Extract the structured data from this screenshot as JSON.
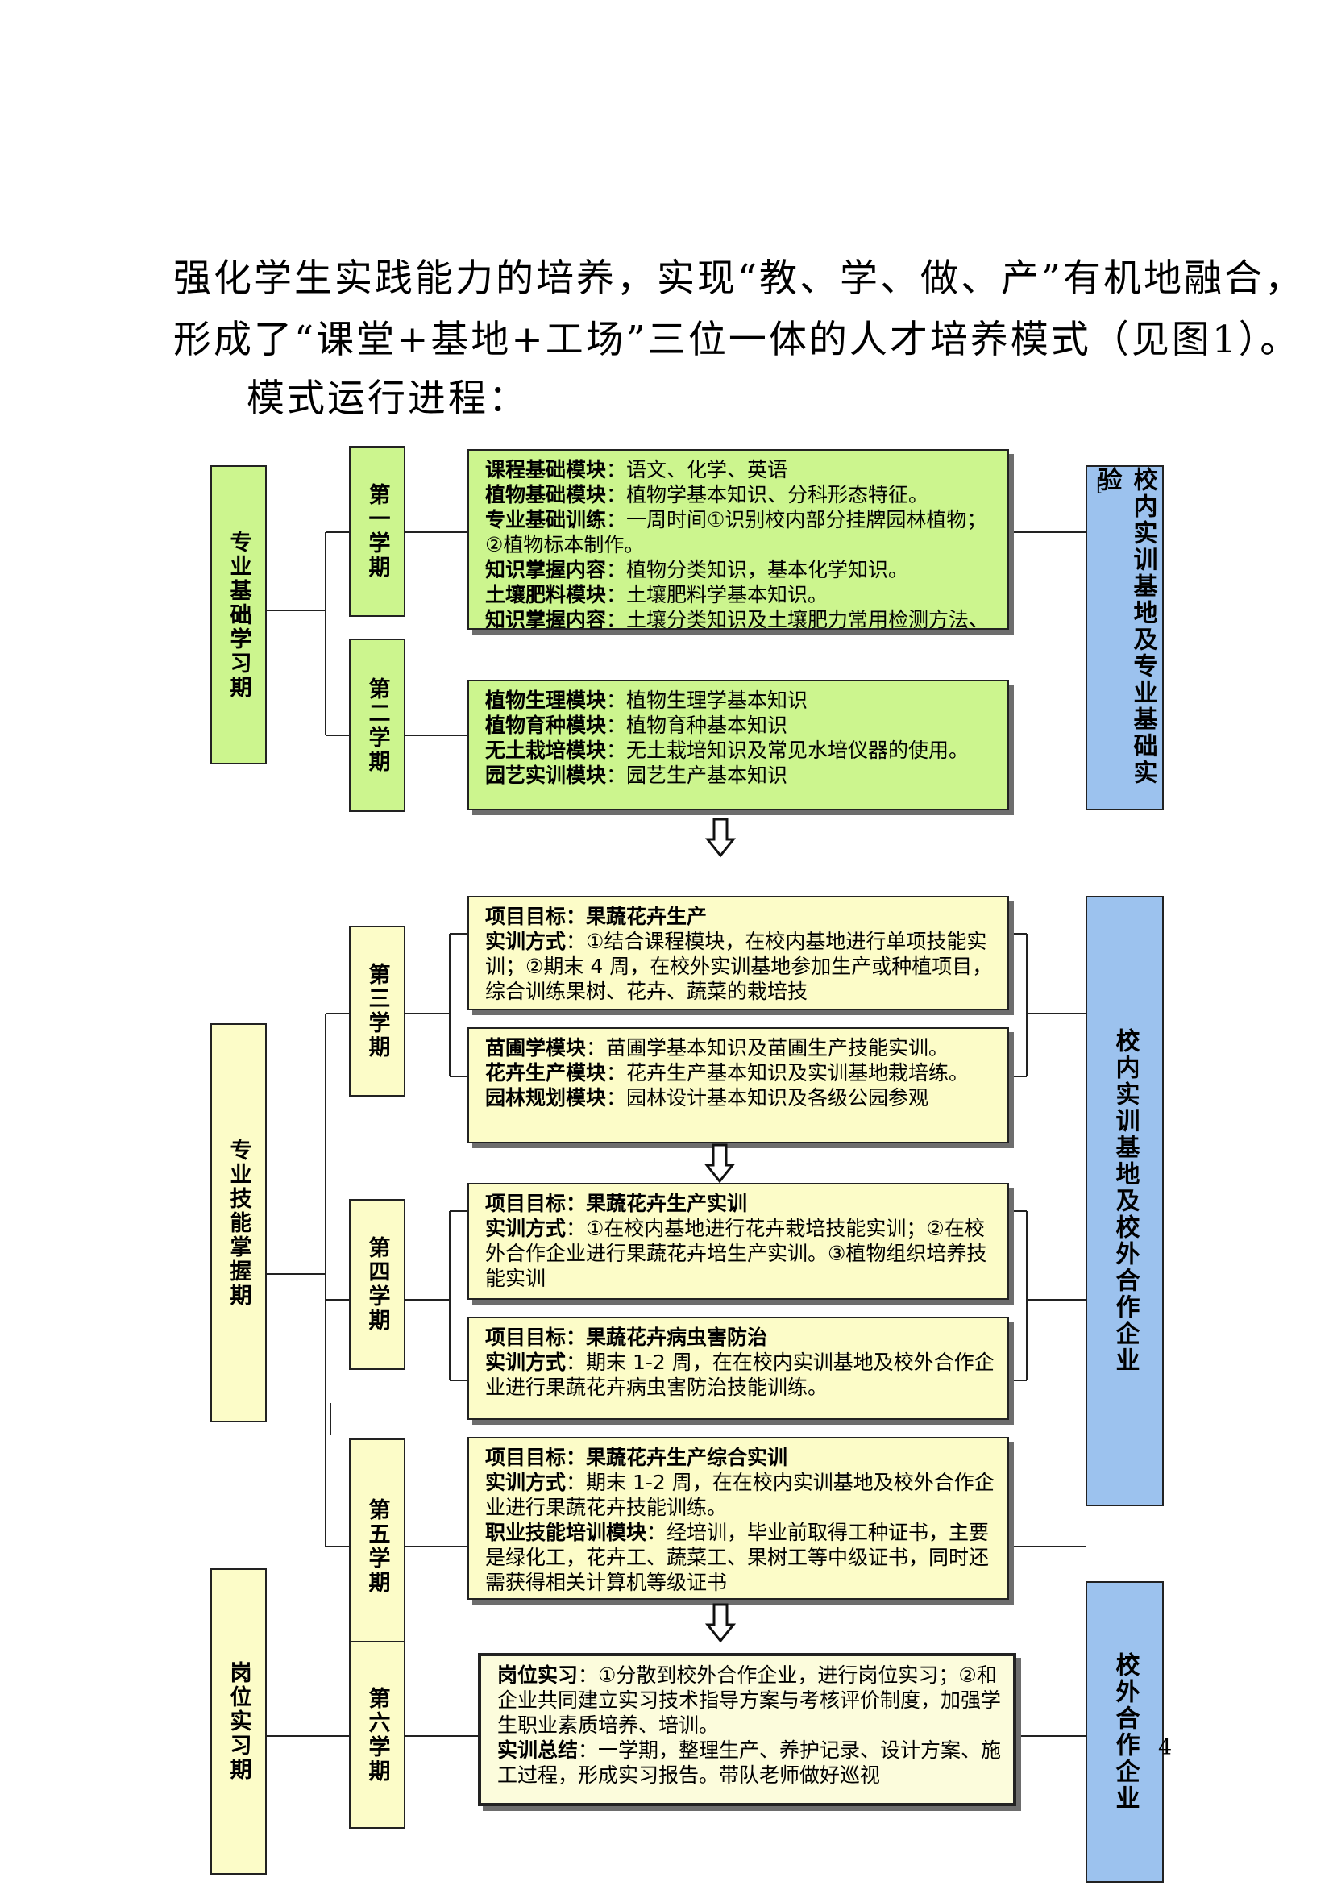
{
  "intro": {
    "line1": "强化学生实践能力的培养，实现“教、学、做、产”有机地融合，",
    "line2": "形成了“课堂+基地+工场”三位一体的人才培养模式（见图1）。",
    "line3": "模式运行进程："
  },
  "phases": [
    {
      "label": "专业基础学习期",
      "color": "#ccf58e"
    },
    {
      "label": "专业技能掌握期",
      "color": "#fcfcc8"
    },
    {
      "label": "岗位实习期",
      "color": "#fcfcc8"
    }
  ],
  "semesters": [
    "第一学期",
    "第二学期",
    "第三学期",
    "第四学期",
    "第五学期",
    "第六学期"
  ],
  "bases": [
    {
      "label": "校内实训基地及专业基础实验",
      "color": "#9cc2ee"
    },
    {
      "label": "校内实训基地及校外合作企业",
      "color": "#9cc2ee"
    },
    {
      "label": "校外合作企业",
      "color": "#9cc2ee"
    }
  ],
  "base_marker": "[",
  "modules": {
    "m1": [
      {
        "k": "课程基础模块",
        "v": "：语文、化学、英语"
      },
      {
        "k": "植物基础模块",
        "v": "：植物学基本知识、分科形态特征。"
      },
      {
        "k": "专业基础训练",
        "v": "：一周时间①识别校内部分挂牌园林植物；②植物标本制作。"
      },
      {
        "k": "知识掌握内容",
        "v": "：植物分类知识，基本化学知识。"
      },
      {
        "k": "土壤肥料模块",
        "v": "：土壤肥料学基本知识。"
      },
      {
        "k": "知识掌握内容",
        "v": "：土壤分类知识及土壤肥力常用检测方法、植物目种生理指标的检测"
      }
    ],
    "m2": [
      {
        "k": "植物生理模块",
        "v": "：植物生理学基本知识"
      },
      {
        "k": "植物育种模块",
        "v": "：植物育种基本知识"
      },
      {
        "k": "无土栽培模块",
        "v": "：无土栽培知识及常见水培仪器的使用。"
      },
      {
        "k": "园艺实训模块",
        "v": "：园艺生产基本知识"
      }
    ],
    "m3": [
      {
        "k": "项目目标：果蔬花卉生产",
        "v": ""
      },
      {
        "k": "实训方式",
        "v": "：①结合课程模块，在校内基地进行单项技能实训；②期末 4 周，在校外实训基地参加生产或种植项目，综合训练果树、花卉、蔬菜的栽培技"
      }
    ],
    "m4": [
      {
        "k": "苗圃学模块",
        "v": "：苗圃学基本知识及苗圃生产技能实训。"
      },
      {
        "k": "花卉生产模块",
        "v": "：花卉生产基本知识及实训基地栽培练。"
      },
      {
        "k": "园林规划模块",
        "v": "：园林设计基本知识及各级公园参观"
      }
    ],
    "m5": [
      {
        "k": "项目目标：果蔬花卉生产实训",
        "v": ""
      },
      {
        "k": "实训方式",
        "v": "：①在校内基地进行花卉栽培技能实训；②在校外合作企业进行果蔬花卉培生产实训。③植物组织培养技能实训"
      }
    ],
    "m6": [
      {
        "k": "项目目标：果蔬花卉病虫害防治",
        "v": ""
      },
      {
        "k": "实训方式",
        "v": "：期末 1-2 周，在在校内实训基地及校外合作企业进行果蔬花卉病虫害防治技能训练。"
      }
    ],
    "m7": [
      {
        "k": "项目目标：果蔬花卉生产综合实训",
        "v": ""
      },
      {
        "k": "实训方式",
        "v": "：期末 1-2 周，在在校内实训基地及校外合作企业进行果蔬花卉技能训练。"
      },
      {
        "k": "职业技能培训模块",
        "v": "：经培训，毕业前取得工种证书，主要是绿化工，花卉工、蔬菜工、果树工等中级证书，同时还需获得相关计算机等级证书"
      }
    ],
    "m8": [
      {
        "k": "岗位实习",
        "v": "：①分散到校外合作企业，进行岗位实习；②和企业共同建立实习技术指导方案与考核评价制度，加强学生职业素质培养、培训。"
      },
      {
        "k": "实训总结",
        "v": "：一学期，整理生产、养护记录、设计方案、施工过程，形成实习报告。带队老师做好巡视"
      }
    ]
  },
  "page_number": "4"
}
